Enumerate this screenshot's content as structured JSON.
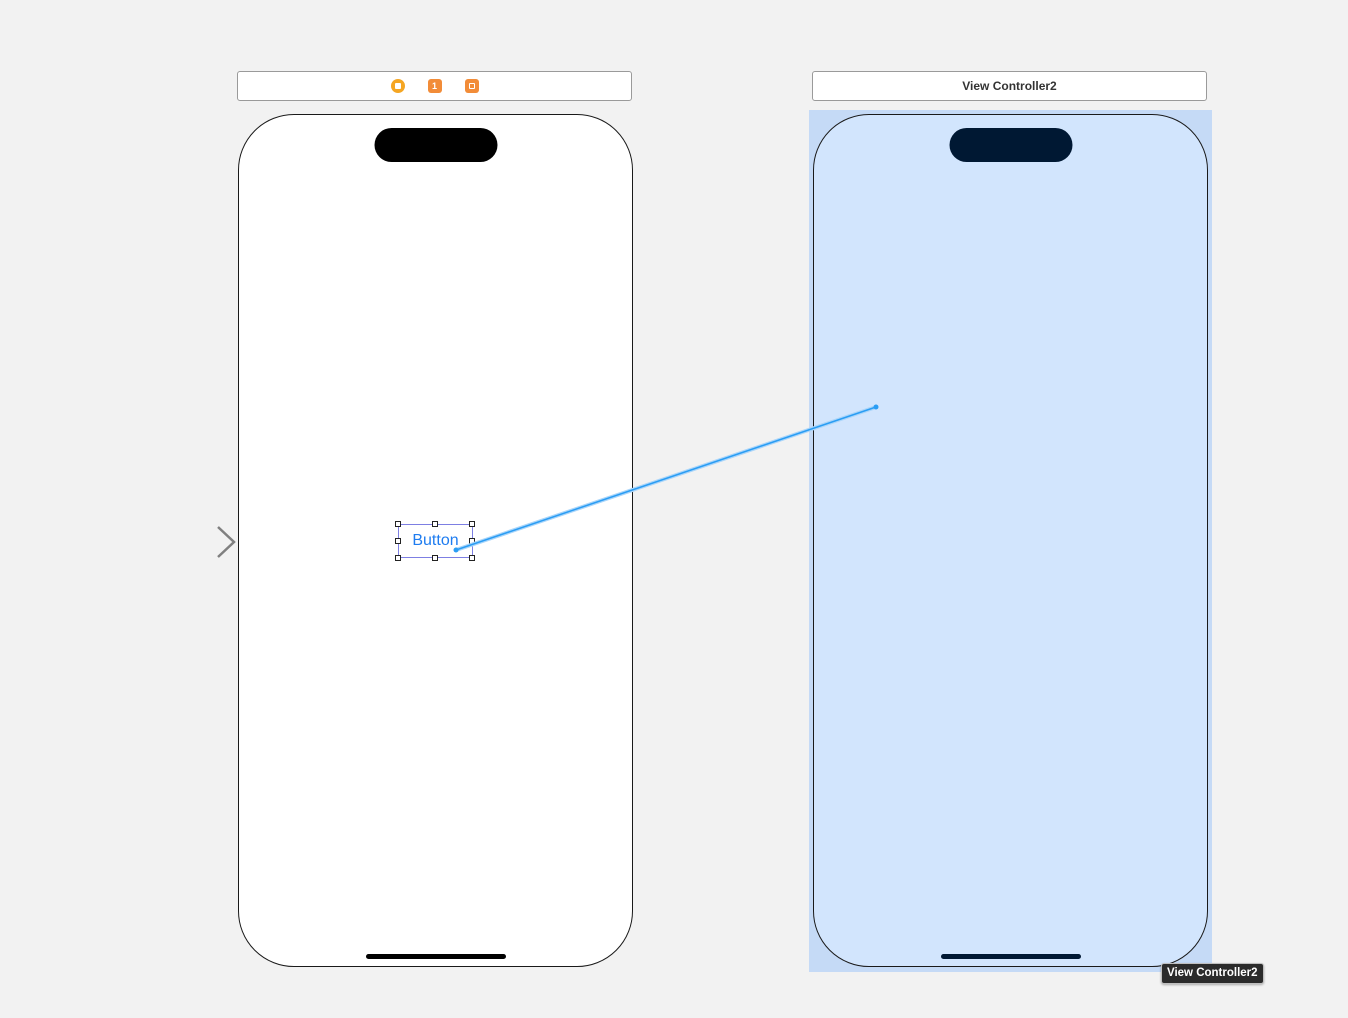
{
  "scenes": [
    {
      "dock_icons": [
        {
          "icon": "view-controller-icon",
          "color": "#f5a623"
        },
        {
          "icon": "first-responder-icon",
          "label": "1",
          "color": "#f28c38"
        },
        {
          "icon": "exit-icon",
          "color": "#f28c38"
        }
      ],
      "button": {
        "label": "Button",
        "color": "#1e7cf0"
      },
      "background": "#ffffff"
    },
    {
      "title": "View Controller2",
      "background": "#d2e5fd",
      "selected": true
    }
  ],
  "connection": {
    "color": "#2a9df4"
  },
  "tooltip": {
    "text": "View Controller2"
  }
}
